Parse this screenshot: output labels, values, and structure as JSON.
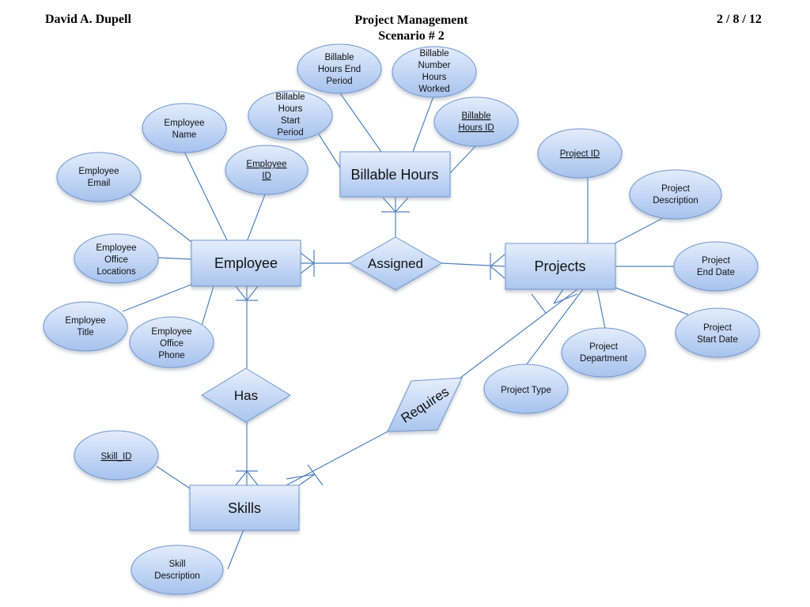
{
  "header": {
    "author": "David A. Dupell",
    "title_line1": "Project Management",
    "title_line2": "Scenario # 2",
    "page": "2 / 8 / 12"
  },
  "entities": {
    "employee": "Employee",
    "billable_hours": "Billable Hours",
    "projects": "Projects",
    "skills": "Skills"
  },
  "relationships": {
    "assigned": "Assigned",
    "has": "Has",
    "requires": "Requires"
  },
  "attributes": {
    "employee_name": [
      "Employee",
      "Name"
    ],
    "employee_id": [
      "Employee",
      "ID"
    ],
    "employee_email": [
      "Employee",
      "Email"
    ],
    "employee_office_locations": [
      "Employee",
      "Office",
      "Locations"
    ],
    "employee_title": [
      "Employee",
      "Title"
    ],
    "employee_office_phone": [
      "Employee",
      "Office",
      "Phone"
    ],
    "billable_hours_end_period": [
      "Billable",
      "Hours End",
      "Period"
    ],
    "billable_number_hours_worked": [
      "Billable",
      "Number",
      "Hours",
      "Worked"
    ],
    "billable_hours_start_period": [
      "Billable",
      "Hours",
      "Start",
      "Period"
    ],
    "billable_hours_id": [
      "Billable",
      "Hours ID"
    ],
    "project_id": [
      "Project ID"
    ],
    "project_description": [
      "Project",
      "Description"
    ],
    "project_end_date": [
      "Project",
      "End Date"
    ],
    "project_start_date": [
      "Project",
      "Start Date"
    ],
    "project_department": [
      "Project",
      "Department"
    ],
    "project_type": [
      "Project Type"
    ],
    "skill_id": [
      "Skill_ID"
    ],
    "skill_description": [
      "Skill",
      "Description"
    ]
  },
  "colors": {
    "line": "#4f81bd",
    "shape_stroke": "#6f98cf",
    "fill_light": "#dce8fb",
    "fill_dark": "#a9c4ee"
  }
}
